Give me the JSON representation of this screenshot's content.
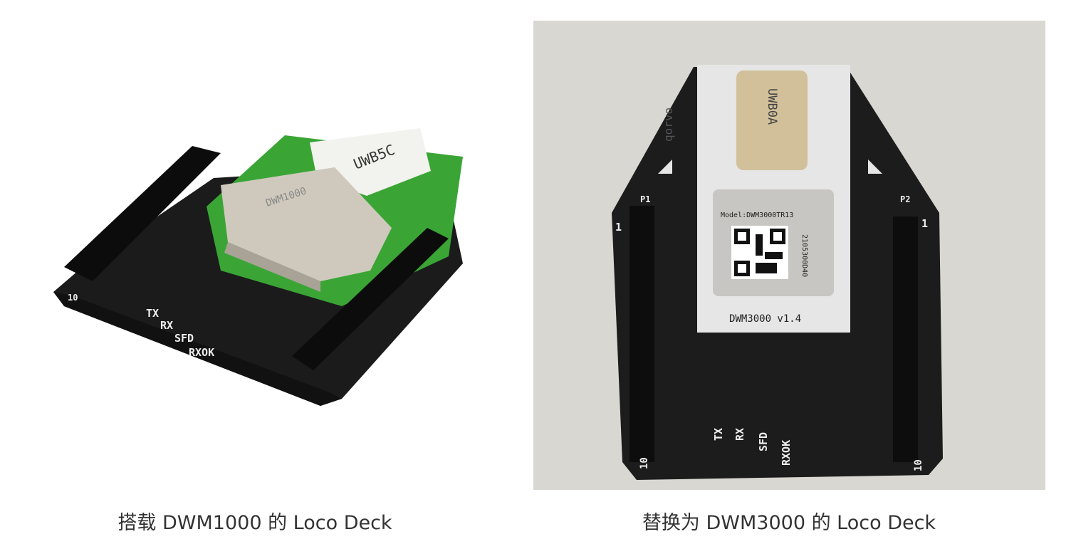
{
  "figures": [
    {
      "caption": "搭载 DWM1000 的 Loco Deck",
      "labels": {
        "antenna": "UWB5C",
        "module": "DWM1000",
        "leds": [
          "TX",
          "RX",
          "SFD",
          "RXOK"
        ],
        "pin": "10"
      }
    },
    {
      "caption": "替换为 DWM3000 的 Loco Deck",
      "labels": {
        "antenna": "UWB0A",
        "brand": "qorvo",
        "model": "Model:DWM3000TR13",
        "serial": "2105300D40",
        "version": "DWM3000  v1.4",
        "leds": [
          "TX",
          "RX",
          "SFD",
          "RXOK"
        ],
        "pin_top": "1",
        "pin_bottom": "10",
        "header_left": "P1",
        "header_right": "P2"
      }
    }
  ],
  "colors": {
    "board": "#1b1b1b",
    "pcb_green": "#3aa535",
    "module": "#cfc9bd",
    "photo_bg": "#d9d7d2"
  }
}
